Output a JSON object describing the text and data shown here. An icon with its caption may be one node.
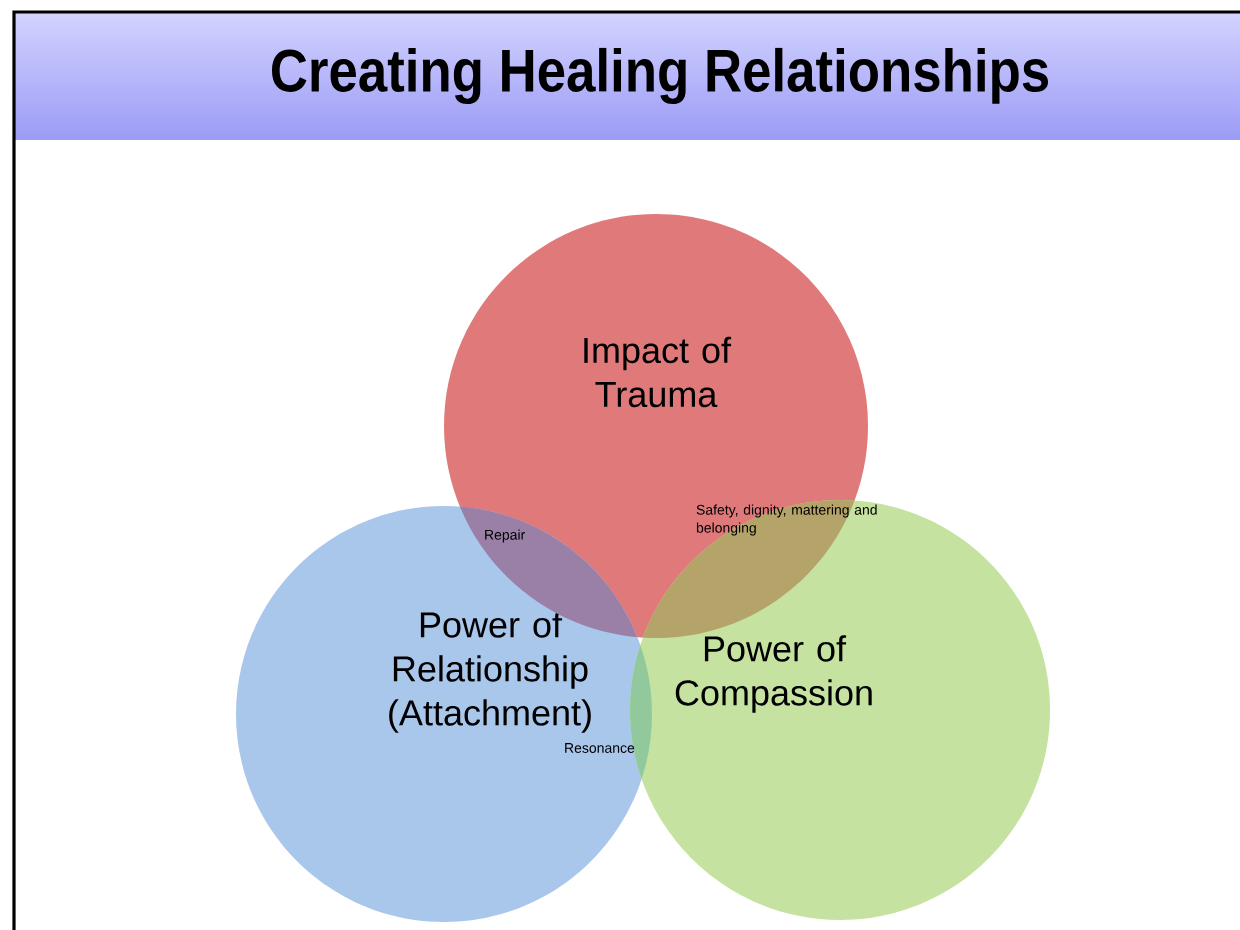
{
  "diagram": {
    "title": "Creating Healing Relationships",
    "nodes": [
      {
        "text": [
          "Impact of Trauma"
        ]
      },
      {
        "text": [
          "Power of Relationship (Attachment)"
        ]
      },
      {
        "text": [
          "Power of Compassion"
        ]
      }
    ],
    "labels": [
      "Repair",
      "Safety, dignity, mattering and belonging",
      "Resonance"
    ]
  }
}
